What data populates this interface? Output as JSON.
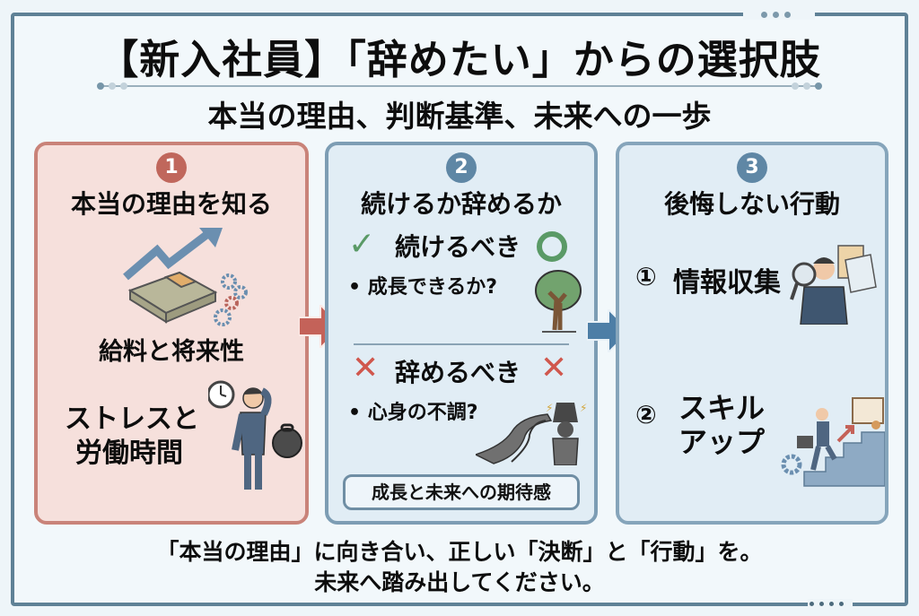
{
  "header": {
    "title": "【新入社員】「辞めたい」からの選択肢",
    "subtitle": "本当の理由、判断基準、未来への一歩"
  },
  "panels": [
    {
      "number": "1",
      "title": "本当の理由を知る",
      "items": [
        {
          "label": "給料と将来性",
          "icon": "money-growth-icon"
        },
        {
          "label_line1": "ストレスと",
          "label_line2": "労働時間",
          "icon": "stressed-worker-icon"
        }
      ]
    },
    {
      "number": "2",
      "title": "続けるか辞めるか",
      "continue": {
        "mark": "✓",
        "label": "続けるべき",
        "end_mark": "○",
        "bullet": "• 成長できるか?",
        "icon": "tree-icon"
      },
      "quit": {
        "mark": "✕",
        "label": "辞めるべき",
        "end_mark": "✕",
        "bullet": "• 心身の不調?",
        "icon": "burdened-worker-icon"
      },
      "footer_box": "成長と未来への期待感"
    },
    {
      "number": "3",
      "title": "後悔しない行動",
      "items": [
        {
          "marker": "①",
          "label": "情報収集",
          "icon": "magnifier-businessman-icon"
        },
        {
          "marker": "②",
          "label_line1": "スキル",
          "label_line2": "アップ",
          "icon": "climbing-stairs-icon"
        }
      ]
    }
  ],
  "footer": {
    "line1": "「本当の理由」に向き合い、正しい「決断」と「行動」を。",
    "line2": "未来へ踏み出してください。"
  },
  "colors": {
    "panel1_border": "#c98379",
    "panel1_bg": "#f6e0dc",
    "panel2_border": "#7d9db4",
    "panel_blue_bg": "#e1edf5",
    "frame": "#5f8196",
    "check_green": "#5a9a66",
    "cross_red": "#d0574d"
  }
}
